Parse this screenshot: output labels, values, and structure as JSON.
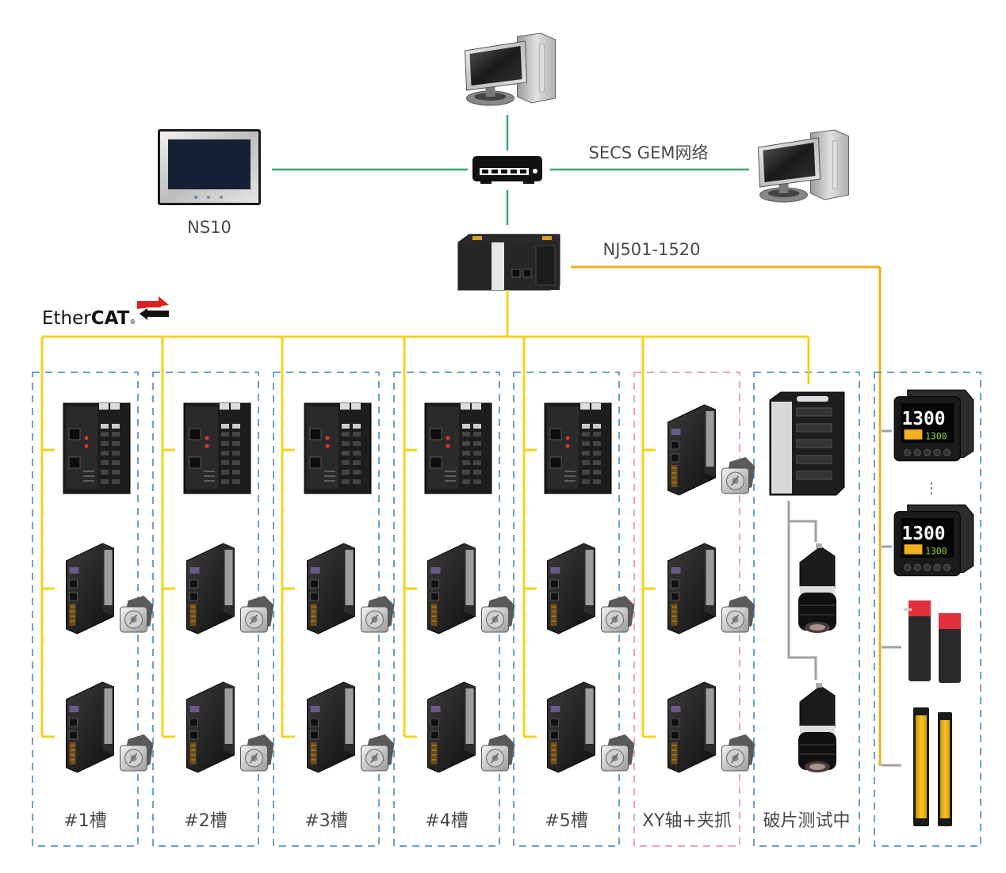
{
  "diagram": {
    "title": "EtherCAT network topology",
    "colors": {
      "ethernet_line": "#3aa86c",
      "ethercat_line": "#f5d21c",
      "serial_line": "#e8b21c",
      "branch_line": "#a0a0a0",
      "group_border": "#3a82b4",
      "group_border_highlight": "#e08a95",
      "label_text": "#4a4a4a",
      "ethercat_red": "#e02020"
    },
    "top": {
      "pc_top": {
        "name": "PC",
        "icon": "desktop-computer-icon"
      },
      "pc_right": {
        "name": "PC",
        "icon": "desktop-computer-icon"
      },
      "hmi": {
        "label": "NS10",
        "icon": "touch-panel-hmi-icon"
      },
      "switch": {
        "icon": "ethernet-switch-icon"
      },
      "network_label": "SECS GEM网络",
      "controller": {
        "label": "NJ501-1520",
        "icon": "plc-controller-icon"
      }
    },
    "ethercat_logo": {
      "text_plain": "Ether",
      "text_bold": "CAT",
      "mark": "®"
    },
    "groups": [
      {
        "label": "#1槽",
        "highlight": false,
        "devices": [
          "io-coupler",
          "servo-drive",
          "servo-drive"
        ]
      },
      {
        "label": "#2槽",
        "highlight": false,
        "devices": [
          "io-coupler",
          "servo-drive",
          "servo-drive"
        ]
      },
      {
        "label": "#3槽",
        "highlight": false,
        "devices": [
          "io-coupler",
          "servo-drive",
          "servo-drive"
        ]
      },
      {
        "label": "#4槽",
        "highlight": false,
        "devices": [
          "io-coupler",
          "servo-drive",
          "servo-drive"
        ]
      },
      {
        "label": "#5槽",
        "highlight": false,
        "devices": [
          "io-coupler",
          "servo-drive",
          "servo-drive"
        ]
      },
      {
        "label": "XY轴+夹抓",
        "highlight": true,
        "devices": [
          "servo-drive",
          "servo-drive",
          "servo-drive"
        ]
      },
      {
        "label": "破片测试中",
        "highlight": false,
        "devices": [
          "vision-controller",
          "camera",
          "camera"
        ]
      }
    ],
    "right_group": {
      "devices": [
        "temperature-controller",
        "temperature-controller",
        "safety-door-switch",
        "safety-light-curtain"
      ],
      "temp_display_main": "1300",
      "temp_display_sub": "1300",
      "ellipsis": "⋮"
    }
  }
}
